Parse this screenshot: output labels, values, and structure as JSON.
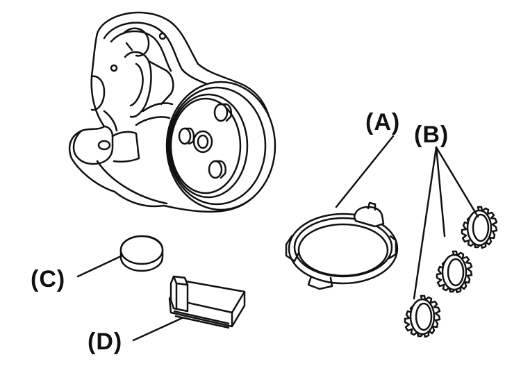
{
  "diagram": {
    "labels": {
      "a": "(A)",
      "b": "(B)",
      "c": "(C)",
      "d": "(D)"
    },
    "colors": {
      "stroke": "#111111",
      "fill": "#ffffff"
    },
    "parts": [
      {
        "id": "housing",
        "icon": "housing-drawing"
      },
      {
        "id": "planetary-ring",
        "icon": "ring-drawing"
      },
      {
        "id": "planetary-gears",
        "icon": "gear-drawing"
      },
      {
        "id": "seal-disc",
        "icon": "disc-drawing"
      },
      {
        "id": "bracket",
        "icon": "bracket-drawing"
      }
    ]
  }
}
